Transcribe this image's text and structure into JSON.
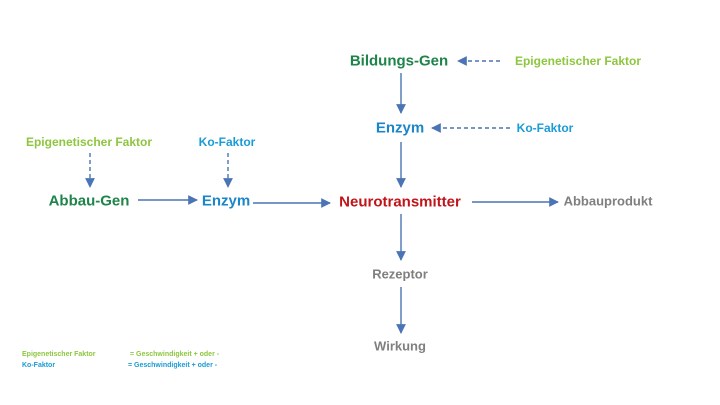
{
  "colors": {
    "gene": "#1e8449",
    "epigenetic": "#8dc63f",
    "cofactor": "#1a9ad6",
    "enzyme": "#1a86c8",
    "neurotransmitter": "#c0141a",
    "gray": "#7f7f7f",
    "arrow": "#4a74b4"
  },
  "nodes": {
    "bildungs_gen": "Bildungs-Gen",
    "epigenetic_top": "Epigenetischer Faktor",
    "enzyme_top": "Enzym",
    "cofactor_top": "Ko-Faktor",
    "epigenetic_left": "Epigenetischer Faktor",
    "cofactor_left": "Ko-Faktor",
    "abbau_gen": "Abbau-Gen",
    "enzyme_left": "Enzym",
    "neurotransmitter": "Neurotransmitter",
    "abbauprodukt": "Abbauprodukt",
    "rezeptor": "Rezeptor",
    "wirkung": "Wirkung"
  },
  "legend": [
    {
      "term": "Epigenetischer Faktor",
      "definition": "= Geschwindigkeit  + oder -"
    },
    {
      "term": "Ko-Faktor",
      "definition": "=  Geschwindigkeit +  oder -"
    }
  ]
}
